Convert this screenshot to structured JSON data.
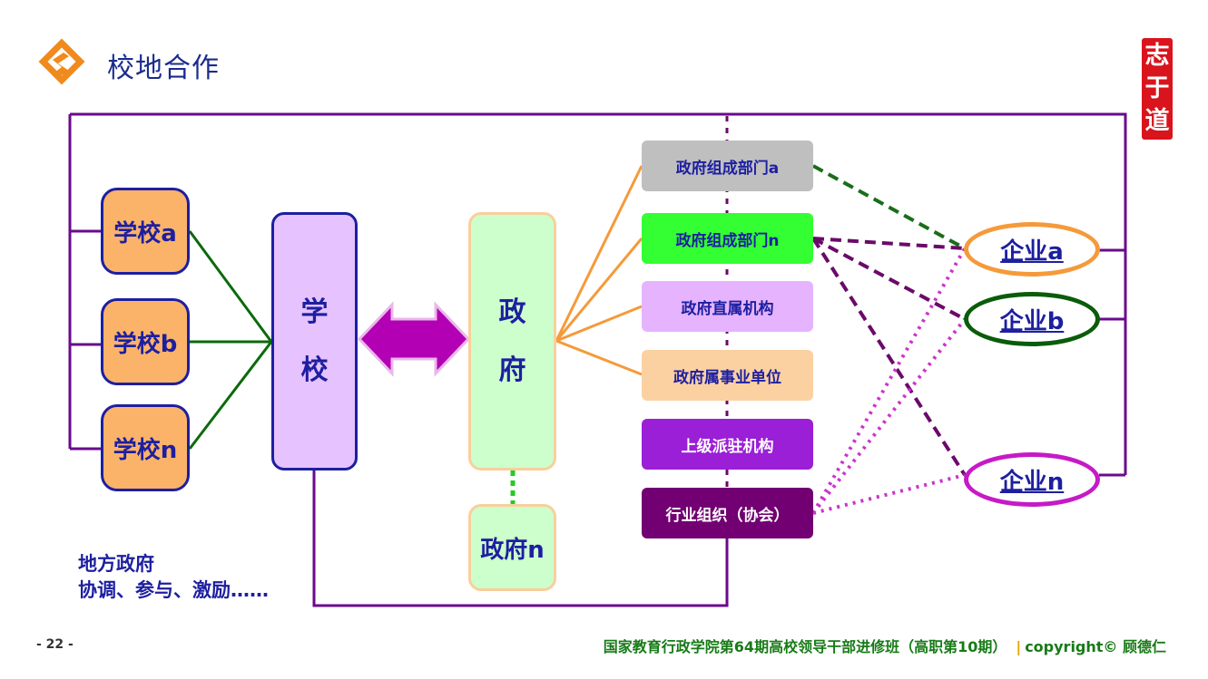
{
  "title": "校地合作",
  "seal": {
    "chars": [
      "志",
      "于",
      "道"
    ]
  },
  "schools": [
    {
      "label": "学校a"
    },
    {
      "label": "学校b"
    },
    {
      "label": "学校n"
    }
  ],
  "main_school": {
    "chars": [
      "学",
      "校"
    ]
  },
  "government": {
    "chars": [
      "政",
      "府"
    ]
  },
  "government_n": {
    "label": "政府n"
  },
  "departments": [
    {
      "label": "政府组成部门a",
      "bg": "#bfbfbf",
      "color": "#1d1fa0"
    },
    {
      "label": "政府组成部门n",
      "bg": "#33ff33",
      "color": "#1d1fa0"
    },
    {
      "label": "政府直属机构",
      "bg": "#e6b3ff",
      "color": "#1d1fa0"
    },
    {
      "label": "政府属事业单位",
      "bg": "#fbd1a2",
      "color": "#1d1fa0"
    },
    {
      "label": "上级派驻机构",
      "bg": "#9b1fd6",
      "color": "#ffffff"
    },
    {
      "label": "行业组织（协会）",
      "bg": "#720072",
      "color": "#ffffff"
    }
  ],
  "enterprises": [
    {
      "label": "企业a",
      "border": "#f59a3a"
    },
    {
      "label": "企业b",
      "border": "#0a5c0a"
    },
    {
      "label": "企业n",
      "border": "#c61ac6"
    }
  ],
  "note": {
    "line1": "地方政府",
    "line2": "协调、参与、激励……"
  },
  "footer": {
    "page": "- 22 -",
    "course": "国家教育行政学院第64期高校领导干部进修班（高职第10期）",
    "separator": "|",
    "copyright": "copyright© 顾德仁"
  },
  "colors": {
    "frame": "#6a0a8c",
    "school_link": "#0a6a0a",
    "gov_link": "#f59a3a",
    "arrow": "#b400b4",
    "dash_gray": "#1a6e1a",
    "dash_purple": "#6a0a6a",
    "dot_magenta": "#cc33cc",
    "dot_green": "#22cc22"
  }
}
